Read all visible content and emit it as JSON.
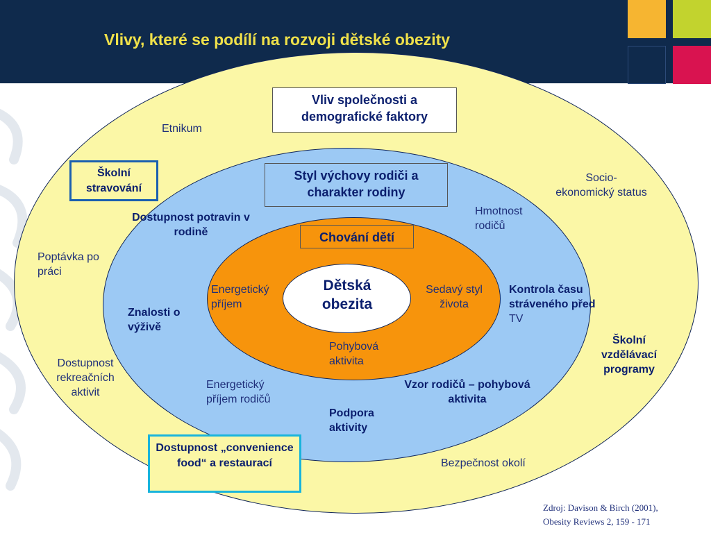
{
  "title": "Vlivy, které se podílí na rozvoji dětské obezity",
  "colors": {
    "header": "#0f2a4c",
    "title": "#f0e14a",
    "outer_ellipse": "#fbf7a6",
    "middle_ellipse": "#9cc9f4",
    "inner_ellipse": "#f7940c",
    "core": "#ffffff",
    "square_orange": "#f6b531",
    "square_green": "#c2d32e",
    "square_red": "#d91350"
  },
  "core": "Dětská obezita",
  "inner": {
    "box": "Chování dětí",
    "energeticky_prijem": "Energetický příjem",
    "sedavy_styl": "Sedavý styl života",
    "pohybova_aktivita": "Pohybová aktivita"
  },
  "middle": {
    "box": "Styl výchovy rodiči a charakter rodiny",
    "dostupnost_potravin": "Dostupnost potravin v rodině",
    "hmotnost_rodicu": "Hmotnost rodičů",
    "znalosti": "Znalosti o výživě",
    "kontrola_bold": "Kontrola času stráveného před",
    "kontrola_rest": " TV",
    "energeticky_prijem_rodicu": "Energetický příjem rodičů",
    "vzor_rodicu": "Vzor rodičů – pohybová aktivita",
    "podpora": "Podpora aktivity"
  },
  "outer": {
    "box": "Vliv společnosti a demografické faktory",
    "etnikum": "Etnikum",
    "skolni_stravovani": "Školní stravování",
    "socio": "Socio- ekonomický status",
    "poptavka": "Poptávka po práci",
    "dostupnost_rekreacnich": "Dostupnost rekreačních aktivit",
    "skolni_programy": "Školní vzdělávací programy",
    "convenience": "Dostupnost „convenience food“ a restaurací",
    "bezpecnost": "Bezpečnost okolí"
  },
  "source": {
    "line1": "Zdroj: Davison & Birch (2001),",
    "line2": "Obesity Reviews 2, 159 - 171"
  }
}
